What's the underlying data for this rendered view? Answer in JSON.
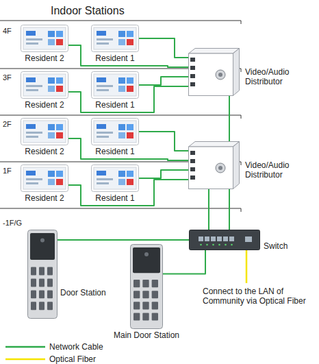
{
  "diagram": {
    "title": "Indoor Stations",
    "nodes": [
      {
        "text": [
          "Resident 2"
        ]
      },
      {
        "text": [
          "Resident 1"
        ]
      },
      {
        "text": [
          "Resident 2"
        ]
      },
      {
        "text": [
          "Resident 1"
        ]
      },
      {
        "text": [
          "Video/Audio Distributor"
        ]
      },
      {
        "text": [
          "Resident 2"
        ]
      },
      {
        "text": [
          "Resident 1"
        ]
      },
      {
        "text": [
          "Resident 2"
        ]
      },
      {
        "text": [
          "Resident 1"
        ]
      },
      {
        "text": [
          "Video/Audio Distributor"
        ]
      },
      {
        "text": [
          "Switch"
        ]
      },
      {
        "text": [
          "Door Station"
        ]
      },
      {
        "text": [
          "Main Door Station"
        ]
      }
    ],
    "edges": [
      {
        "from": 0,
        "to": 4,
        "arrow": "none"
      },
      {
        "from": 1,
        "to": 4,
        "arrow": "none"
      },
      {
        "from": 2,
        "to": 4,
        "arrow": "none"
      },
      {
        "from": 3,
        "to": 4,
        "arrow": "none"
      },
      {
        "from": 5,
        "to": 9,
        "arrow": "none"
      },
      {
        "from": 6,
        "to": 9,
        "arrow": "none"
      },
      {
        "from": 7,
        "to": 9,
        "arrow": "none"
      },
      {
        "from": 8,
        "to": 9,
        "arrow": "none"
      },
      {
        "from": 4,
        "to": 10,
        "arrow": "none"
      },
      {
        "from": 9,
        "to": 10,
        "arrow": "none"
      },
      {
        "from": 11,
        "to": 10,
        "arrow": "none"
      },
      {
        "from": 12,
        "to": 10,
        "arrow": "none"
      }
    ],
    "labels": [
      "4F",
      "3F",
      "2F",
      "1F",
      "-1F/G",
      "Connect to the LAN of Community via Optical Fiber"
    ],
    "legend": [
      {
        "text": "Network Cable"
      },
      {
        "text": "Optical Fiber"
      }
    ]
  }
}
